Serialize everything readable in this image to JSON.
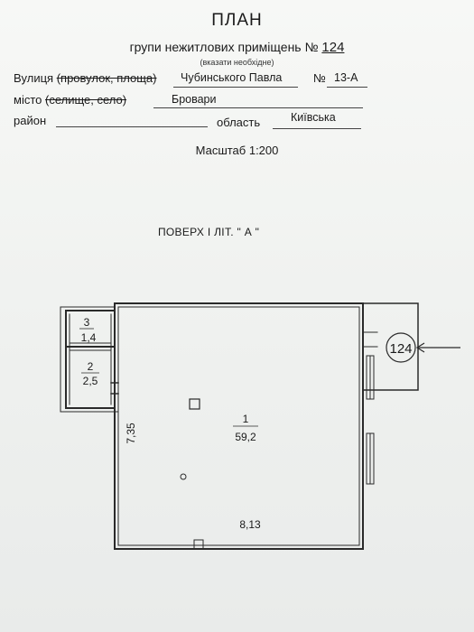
{
  "header": {
    "title": "ПЛАН",
    "subtitle_prefix": "групи нежитлових приміщень №",
    "group_number": "124",
    "note": "(вказати необхідне)"
  },
  "address": {
    "street_label_1": "Вулиця",
    "street_label_strike": "(провулок, площа)",
    "street_value": "Чубинського Павла",
    "house_label": "№",
    "house_value": "13-А",
    "city_label": "місто",
    "city_label_strike": "(селище, село)",
    "city_value": "Бровари",
    "district_label": "район",
    "region_label": "область",
    "region_value": "Київська"
  },
  "scale": "Масштаб 1:200",
  "floor_label": "ПОВЕРХ І ЛІТ. \" А \"",
  "plan": {
    "rooms": [
      {
        "number": "3",
        "area": "1,4"
      },
      {
        "number": "2",
        "area": "2,5"
      },
      {
        "number": "1",
        "area": "59,2"
      }
    ],
    "dim_width": "8,13",
    "dim_height": "7,35",
    "marker": "124"
  }
}
